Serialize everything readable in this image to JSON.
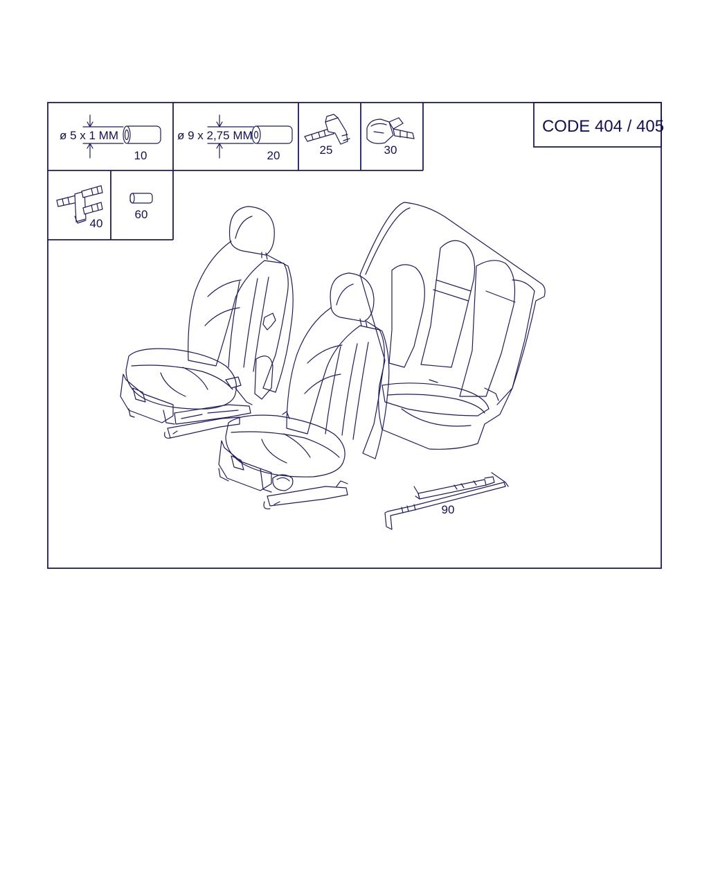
{
  "code_box": {
    "text": "CODE 404 / 405"
  },
  "parts": [
    {
      "ref": "10",
      "dimension": "ø 5 x 1 MM",
      "icon": "hose-icon"
    },
    {
      "ref": "20",
      "dimension": "ø 9 x 2,75 MM",
      "icon": "hose-icon"
    },
    {
      "ref": "25",
      "icon": "elbow-connector-icon"
    },
    {
      "ref": "30",
      "icon": "angle-connector-icon"
    },
    {
      "ref": "40",
      "icon": "t-connector-icon"
    },
    {
      "ref": "60",
      "icon": "sleeve-icon"
    },
    {
      "ref": "90",
      "icon": "line-assembly-icon"
    }
  ],
  "colors": {
    "line": "#1a1a66",
    "text": "#10105a",
    "background": "#ffffff"
  }
}
